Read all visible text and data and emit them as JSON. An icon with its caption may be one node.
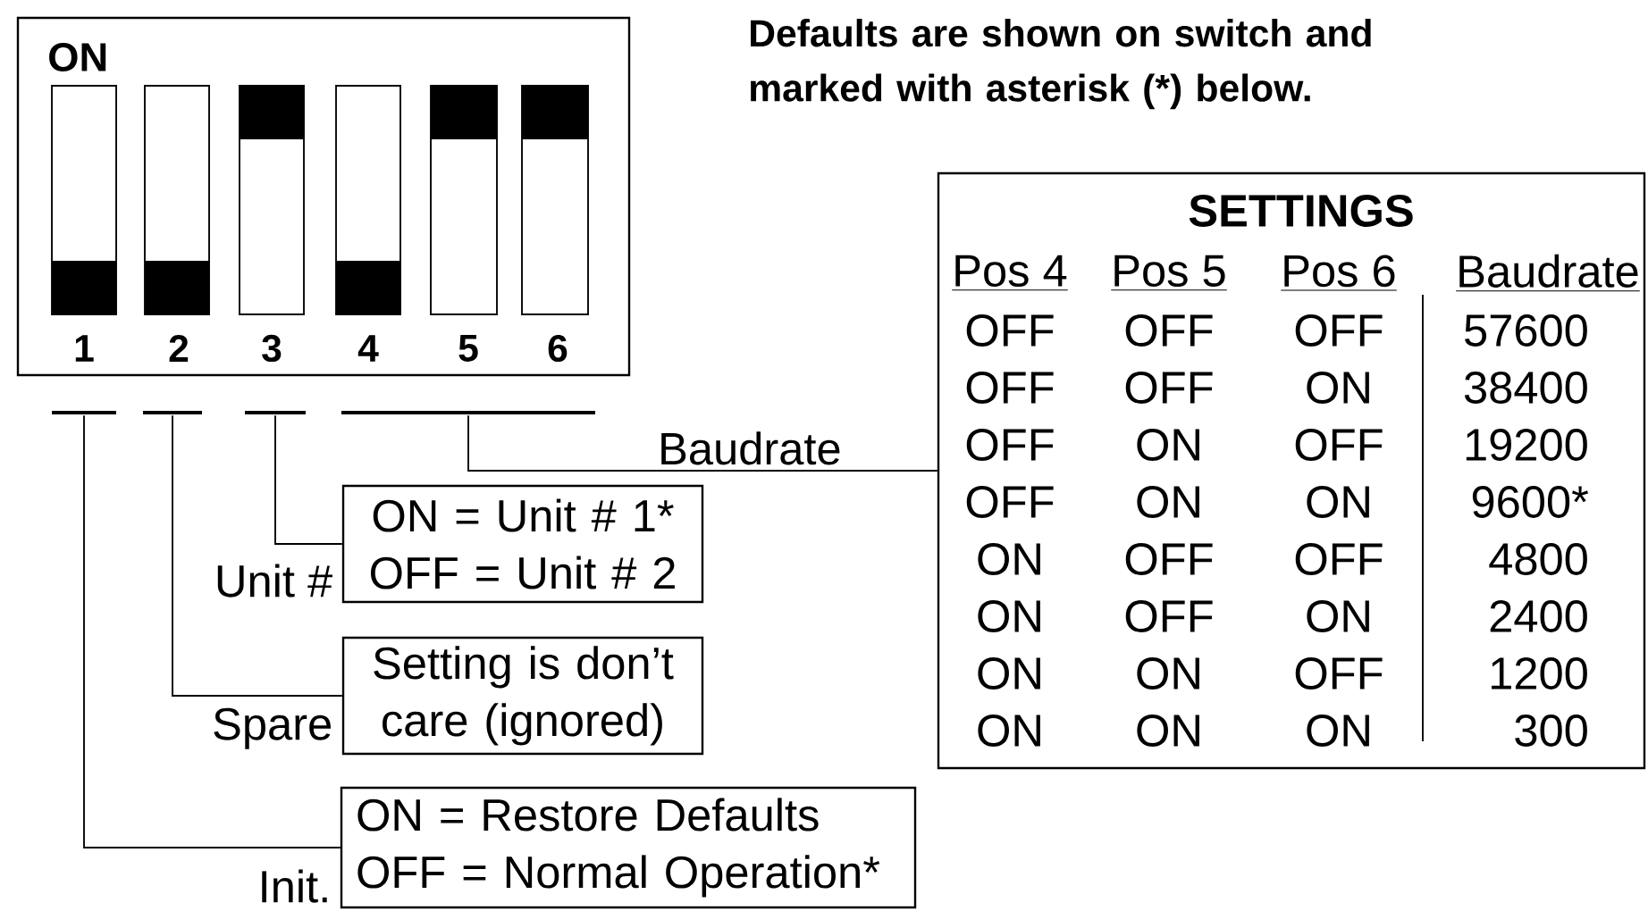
{
  "diagram": {
    "nodes": [
      {
        "text": [
          "ON",
          "1",
          "2",
          "3",
          "4",
          "5",
          "6"
        ]
      },
      {
        "text": [],
        "shape": "bar"
      },
      {
        "text": [],
        "shape": "bar"
      },
      {
        "text": [],
        "shape": "bar"
      },
      {
        "text": [],
        "shape": "bar"
      },
      {
        "text": [
          "ON = Unit # 1*",
          "OFF = Unit # 2"
        ],
        "beside": [
          "Unit #"
        ]
      },
      {
        "text": [
          "Setting is don’t care (ignored)"
        ],
        "beside": [
          "Spare"
        ]
      },
      {
        "text": [
          "ON = Restore Defaults",
          "OFF = Normal Operation*"
        ],
        "beside": [
          "Init."
        ]
      },
      {
        "text": [
          "SETTINGS"
        ]
      }
    ],
    "edges": [
      {
        "from": 3,
        "to": 5,
        "arrow": "none"
      },
      {
        "from": 2,
        "to": 6,
        "arrow": "none"
      },
      {
        "from": 1,
        "to": 7,
        "arrow": "none"
      },
      {
        "from": 4,
        "to": 8,
        "arrow": "none",
        "label": "Baudrate"
      }
    ],
    "labels": [
      "Defaults are shown on switch and marked with asterisk (*) below.",
      "Pos 4",
      "Pos 5",
      "Pos 6",
      "Baudrate",
      "OFF",
      "OFF",
      "OFF",
      "57600",
      "OFF",
      "OFF",
      "ON",
      "38400",
      "OFF",
      "ON",
      "OFF",
      "19200",
      "OFF",
      "ON",
      "ON",
      "9600*",
      "ON",
      "OFF",
      "OFF",
      "4800",
      "ON",
      "OFF",
      "ON",
      "2400",
      "ON",
      "ON",
      "OFF",
      "1200",
      "ON",
      "ON",
      "ON",
      "300"
    ]
  }
}
